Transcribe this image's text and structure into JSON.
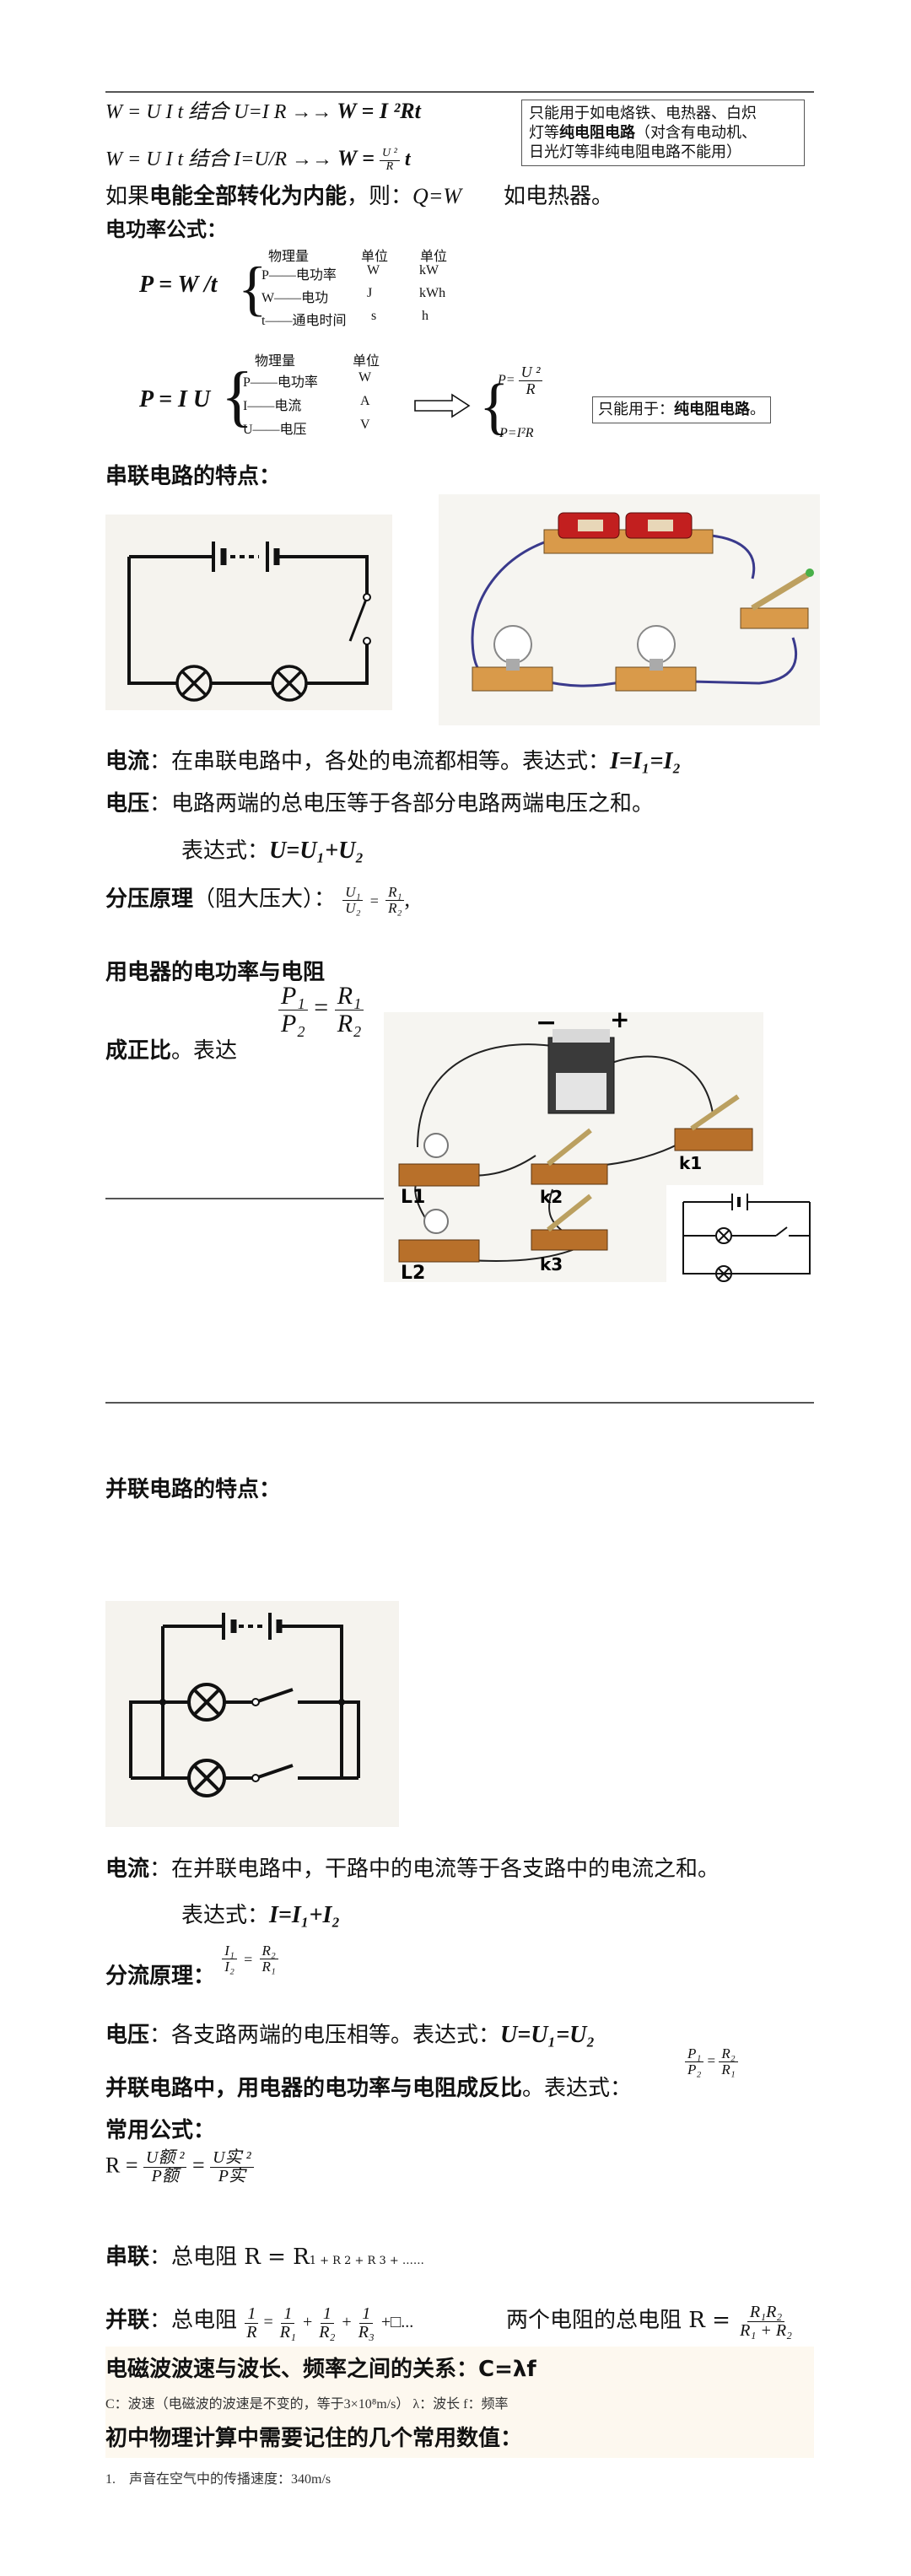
{
  "power_section": {
    "formula_1a": "W = U I t  结合  U=I R  →→",
    "formula_1b": "W = I ²Rt",
    "note_pure_resistor": [
      "只能用于如电烙铁、电热器、白炽",
      "灯等",
      "纯电阻电路",
      "（对含有电动机、",
      "日光灯等非纯电阻电路不能用）"
    ],
    "formula_2a": "W = U I t  结合  I=U/R  →→",
    "formula_2b": "W =",
    "formula_2_num": "U ²",
    "formula_2_den": "R",
    "formula_2_t": "t",
    "line_energy_prefix": "如果",
    "line_energy_bold": "电能全部转化为内能",
    "line_energy_mid": "，则：",
    "line_energy_eq": "Q=W",
    "line_energy_suffix": "如电热器。",
    "power_formula_title": "电功率公式：",
    "pwt": {
      "formula": "P = W /t",
      "col_qty": "物理量",
      "col_unit": "单位",
      "col_unit2": "单位",
      "rows": [
        {
          "qty": "P——电功率",
          "u1": "W",
          "u2": "kW"
        },
        {
          "qty": "W——电功",
          "u1": "J",
          "u2": "kWh"
        },
        {
          "qty": "t——通电时间",
          "u1": "s",
          "u2": "h"
        }
      ]
    },
    "piu": {
      "formula": "P = I U",
      "col_qty": "物理量",
      "col_unit": "单位",
      "rows": [
        {
          "qty": "P——电功率",
          "u1": "W"
        },
        {
          "qty": "I——电流",
          "u1": "A"
        },
        {
          "qty": "U——电压",
          "u1": "V"
        }
      ],
      "derived_1_prefix": "P=",
      "derived_1_num": "U ²",
      "derived_1_den": "R",
      "derived_2": "P=I²R",
      "note_prefix": "只能用于：",
      "note_bold": "纯电阻电路",
      "note_suffix": "。"
    }
  },
  "series": {
    "title": "串联电路的特点：",
    "current_label": "电流",
    "current_text": "：在串联电路中，各处的电流都相等。表达式：",
    "current_expr": "I=I₁=I₂",
    "voltage_label": "电压",
    "voltage_text": "：电路两端的总电压等于各部分电路两端电压之和。",
    "voltage_expr_label": "表达式：",
    "voltage_expr": "U=U₁+U₂",
    "divider_label": "分压原理",
    "divider_paren": "（阻大压大）：",
    "divider_num1": "U₁",
    "divider_den1": "U₂",
    "divider_num2": "R₁",
    "divider_den2": "R₂",
    "power_line1": "用电器的电功率与电阻",
    "power_line2_bold": "成正比",
    "power_line2_suffix": "。表达",
    "power_num1": "P₁",
    "power_den1": "P₂",
    "power_num2": "R₁",
    "power_den2": "R₂",
    "photo_labels": {
      "l1": "L1",
      "l2": "L2",
      "k1": "k1",
      "k2": "k2",
      "k3": "k3",
      "minus": "−",
      "plus": "+"
    }
  },
  "parallel": {
    "title": "并联电路的特点：",
    "current_label": "电流",
    "current_text": "：在并联电路中，干路中的电流等于各支路中的电流之和。",
    "current_expr_label": "表达式：",
    "current_expr": "I=I₁+I₂",
    "divider_label": "分流原理：",
    "divider_num1": "I₁",
    "divider_den1": "I₂",
    "divider_num2": "R₂",
    "divider_den2": "R₁",
    "voltage_label": "电压",
    "voltage_text": "：各支路两端的电压相等。表达式：",
    "voltage_expr": "U=U₁=U₂",
    "power_bold": "并联电路中，用电器的电功率与电阻成反比",
    "power_suffix": "。表达式：",
    "power_num1": "P₁",
    "power_den1": "P₂",
    "power_num2": "R₂",
    "power_den2": "R₁"
  },
  "common": {
    "title": "常用公式：",
    "r_prefix": "R =",
    "r_num1": "U额 ²",
    "r_den1": "P额",
    "r_eq": "=",
    "r_num2": "U实 ²",
    "r_den2": "P实",
    "series_label": "串联",
    "series_text": "：总电阻 R = R",
    "series_sub": "1 + R 2 + R 3 + ……",
    "parallel_label": "并联",
    "parallel_text": "：总电阻",
    "parallel_formula": [
      "1",
      "R",
      "=",
      "1",
      "R₁",
      "+",
      "1",
      "R₂",
      "+",
      "1",
      "R₃",
      "+□..."
    ],
    "two_res_text": "两个电阻的总电阻 R =",
    "two_res_num": "R₁R₂",
    "two_res_den": "R₁ + R₂",
    "em_title": "电磁波波速与波长、频率之间的关系：C=λf",
    "em_desc": "C：波速（电磁波的波速是不变的，等于3×10⁸m/s） λ：波长 f：频率",
    "const_title": "初中物理计算中需要记住的几个常用数值：",
    "const_1": "1.    声音在空气中的传播速度：340m/s"
  }
}
